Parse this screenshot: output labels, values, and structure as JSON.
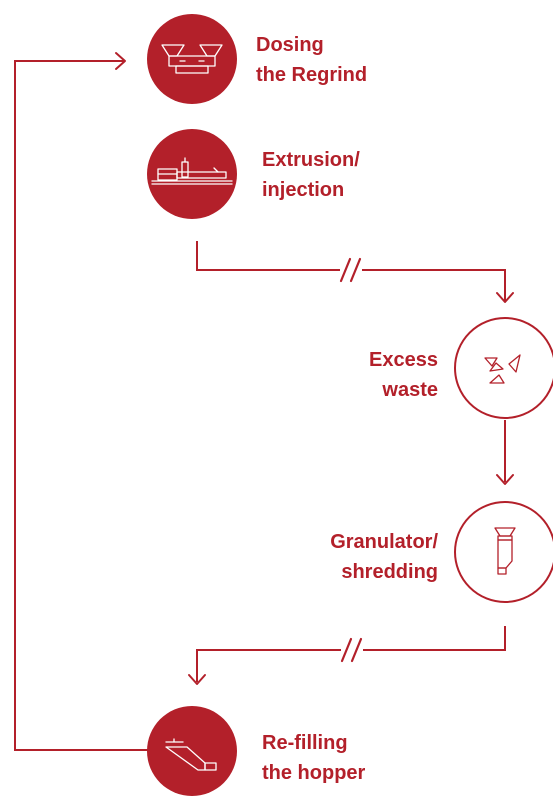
{
  "colors": {
    "accent": "#b3202a",
    "background": "#ffffff"
  },
  "steps": [
    {
      "line1": "Dosing",
      "line2": "the Regrind",
      "icon": "dosing-hoppers-icon",
      "style": "filled"
    },
    {
      "line1": "Extrusion/",
      "line2": "injection",
      "icon": "extrusion-machine-icon",
      "style": "filled"
    },
    {
      "line1": "Excess",
      "line2": "waste",
      "icon": "broken-fragments-icon",
      "style": "outline"
    },
    {
      "line1": "Granulator/",
      "line2": "shredding",
      "icon": "granulator-icon",
      "style": "outline"
    },
    {
      "line1": "Re-filling",
      "line2": "the hopper",
      "icon": "hopper-icon",
      "style": "filled"
    }
  ]
}
